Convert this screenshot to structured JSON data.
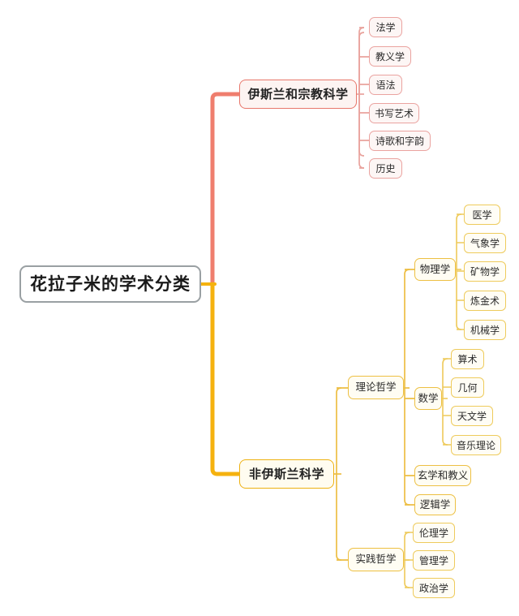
{
  "diagram": {
    "type": "mindmap",
    "orientation": "left-to-right",
    "root": {
      "label": "花拉子米的学术分类",
      "border_color": "#9aa0a3",
      "fill_color": "#ffffff"
    },
    "branches": [
      {
        "id": "islamic",
        "label": "伊斯兰和宗教科学",
        "accent_color": "#e8776b",
        "children": [
          {
            "label": "法学"
          },
          {
            "label": "教义学"
          },
          {
            "label": "语法"
          },
          {
            "label": "书写艺术"
          },
          {
            "label": "诗歌和字韵"
          },
          {
            "label": "历史"
          }
        ]
      },
      {
        "id": "non-islamic",
        "label": "非伊斯兰科学",
        "accent_color": "#eeb111",
        "children": [
          {
            "label": "理论哲学",
            "children": [
              {
                "label": "物理学",
                "children": [
                  {
                    "label": "医学"
                  },
                  {
                    "label": "气象学"
                  },
                  {
                    "label": "矿物学"
                  },
                  {
                    "label": "炼金术"
                  },
                  {
                    "label": "机械学"
                  }
                ]
              },
              {
                "label": "数学",
                "children": [
                  {
                    "label": "算术"
                  },
                  {
                    "label": "几何"
                  },
                  {
                    "label": "天文学"
                  },
                  {
                    "label": "音乐理论"
                  }
                ]
              },
              {
                "label": "玄学和教义",
                "children": []
              },
              {
                "label": "逻辑学",
                "children": []
              }
            ]
          },
          {
            "label": "实践哲学",
            "children": [
              {
                "label": "伦理学"
              },
              {
                "label": "管理学"
              },
              {
                "label": "政治学"
              }
            ]
          }
        ]
      }
    ]
  }
}
